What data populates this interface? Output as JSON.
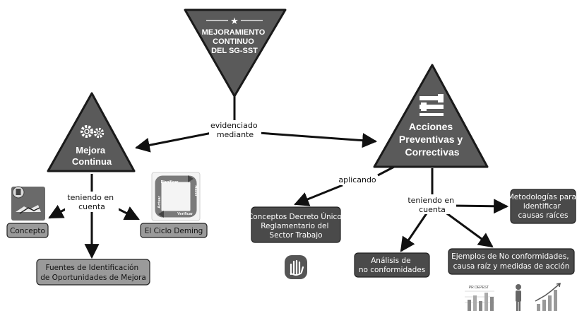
{
  "main_node": {
    "line1": "MEJORAMIENTO",
    "line2": "CONTINUO",
    "line3": "DEL SG-SST"
  },
  "branch_left": {
    "line1": "Mejora",
    "line2": "Continua"
  },
  "branch_right": {
    "line1": "Acciones",
    "line2": "Preventivas y",
    "line3": "Correctivas"
  },
  "connectors": {
    "evidenciado": {
      "line1": "evidenciado",
      "line2": "mediante"
    },
    "teniendo_left": {
      "line1": "teniendo en",
      "line2": "cuenta"
    },
    "aplicando": "aplicando",
    "teniendo_right": {
      "line1": "teniendo en",
      "line2": "cuenta"
    }
  },
  "nodes": {
    "concepto": "Concepto",
    "ciclo_deming": "El Ciclo Deming",
    "fuentes": {
      "line1": "Fuentes de Identificación",
      "line2": "de Oportunidades de Mejora"
    },
    "conceptos_decreto": {
      "line1": "Conceptos Decreto Único",
      "line2": "Reglamentario del",
      "line3": "Sector Trabajo"
    },
    "analisis": {
      "line1": "Análisis de",
      "line2": "no conformidades"
    },
    "ejemplos": {
      "line1": "Ejemplos de No conformidades,",
      "line2": "causa raíz y medidas de acción"
    },
    "metodologias": {
      "line1": "Metodologías para",
      "line2": "identificar",
      "line3": "causas raíces"
    }
  },
  "pdca_labels": {
    "plan": "Planificar",
    "do": "Hacer",
    "check": "Verificar",
    "act": "Actuar"
  },
  "chart_icon_label": "PR DEPEST",
  "colors": {
    "triangle_fill": "#5a5a5a",
    "triangle_stroke": "#1a1a1a",
    "node_dark": "#4a4a4a",
    "node_light": "#9a9a9a",
    "arrow": "#111111"
  }
}
